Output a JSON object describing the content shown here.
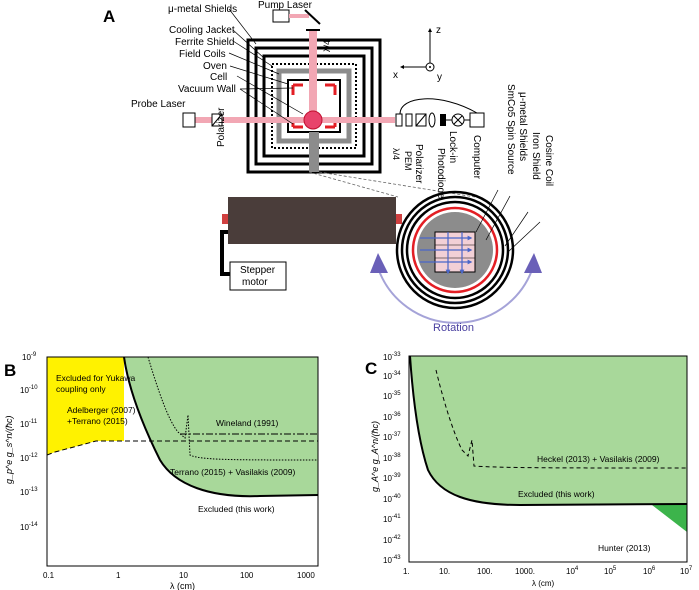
{
  "panel_a": {
    "letter": "A",
    "labels": {
      "mu_shields": "μ-metal Shields",
      "pump_laser": "Pump Laser",
      "cooling_jacket": "Cooling Jacket",
      "ferrite_shield": "Ferrite Shield",
      "field_coils": "Field Coils",
      "oven": "Oven",
      "cell": "Cell",
      "vacuum_wall": "Vacuum Wall",
      "probe_laser": "Probe Laser",
      "polarizer_left": "Polarizer",
      "lambda4_top": "λ/4",
      "pem": "PEM",
      "lambda4_right": "λ/4",
      "polarizer_right": "Polarizer",
      "photodiode": "Photodiode",
      "lockin": "Lock-in",
      "computer": "Computer",
      "smco5": "SmCo5 Spin Source",
      "mu_shields_right": "μ-metal Shields",
      "iron_shield": "Iron Shield",
      "cosine_coil": "Cosine Coil",
      "stepper_motor_1": "Stepper",
      "stepper_motor_2": "motor",
      "rotation": "Rotation",
      "axis_x": "x",
      "axis_y": "y",
      "axis_z": "z"
    }
  },
  "panel_b": {
    "letter": "B",
    "ylabel": "g_p^e g_s^n/(ħc)",
    "xlabel": "λ (cm)",
    "x_ticks": [
      "0.1",
      "1",
      "10",
      "100",
      "1000"
    ],
    "y_ticks": [
      {
        "base": "10",
        "exp": "-9"
      },
      {
        "base": "10",
        "exp": "-10"
      },
      {
        "base": "10",
        "exp": "-11"
      },
      {
        "base": "10",
        "exp": "-12"
      },
      {
        "base": "10",
        "exp": "-13"
      },
      {
        "base": "10",
        "exp": "-14"
      }
    ],
    "annotations": {
      "yukawa_1": "Excluded for Yukawa",
      "yukawa_2": "coupling only",
      "adelberger_1": "Adelberger (2007)",
      "adelberger_2": "+Terrano (2015)",
      "wineland": "Wineland (1991)",
      "terrano": "Terrano (2015) + Vasilakis (2009)",
      "excluded": "Excluded (this work)"
    }
  },
  "panel_c": {
    "letter": "C",
    "ylabel": "g_A^e g_A^n/(ħc)",
    "xlabel": "λ (cm)",
    "x_ticks": [
      {
        "base": "1.",
        "exp": ""
      },
      {
        "base": "10.",
        "exp": ""
      },
      {
        "base": "100.",
        "exp": ""
      },
      {
        "base": "1000.",
        "exp": ""
      },
      {
        "base": "10",
        "exp": "4"
      },
      {
        "base": "10",
        "exp": "5"
      },
      {
        "base": "10",
        "exp": "6"
      },
      {
        "base": "10",
        "exp": "7"
      }
    ],
    "y_ticks": [
      {
        "base": "10",
        "exp": "-33"
      },
      {
        "base": "10",
        "exp": "-34"
      },
      {
        "base": "10",
        "exp": "-35"
      },
      {
        "base": "10",
        "exp": "-36"
      },
      {
        "base": "10",
        "exp": "-37"
      },
      {
        "base": "10",
        "exp": "-38"
      },
      {
        "base": "10",
        "exp": "-39"
      },
      {
        "base": "10",
        "exp": "-40"
      },
      {
        "base": "10",
        "exp": "-41"
      },
      {
        "base": "10",
        "exp": "-42"
      },
      {
        "base": "10",
        "exp": "-43"
      }
    ],
    "annotations": {
      "heckel": "Heckel (2013) + Vasilakis (2009)",
      "excluded": "Excluded (this work)",
      "hunter": "Hunter (2013)"
    }
  },
  "colors": {
    "excluded_green": "#a8d89a",
    "yukawa_yellow": "#fff200",
    "hunter_green": "#3cb44b",
    "laser_pink": "#f2a7b4",
    "red": "#e31e24",
    "arrow_purple": "#6a60b8",
    "gray_block": "#8c8c8c"
  }
}
